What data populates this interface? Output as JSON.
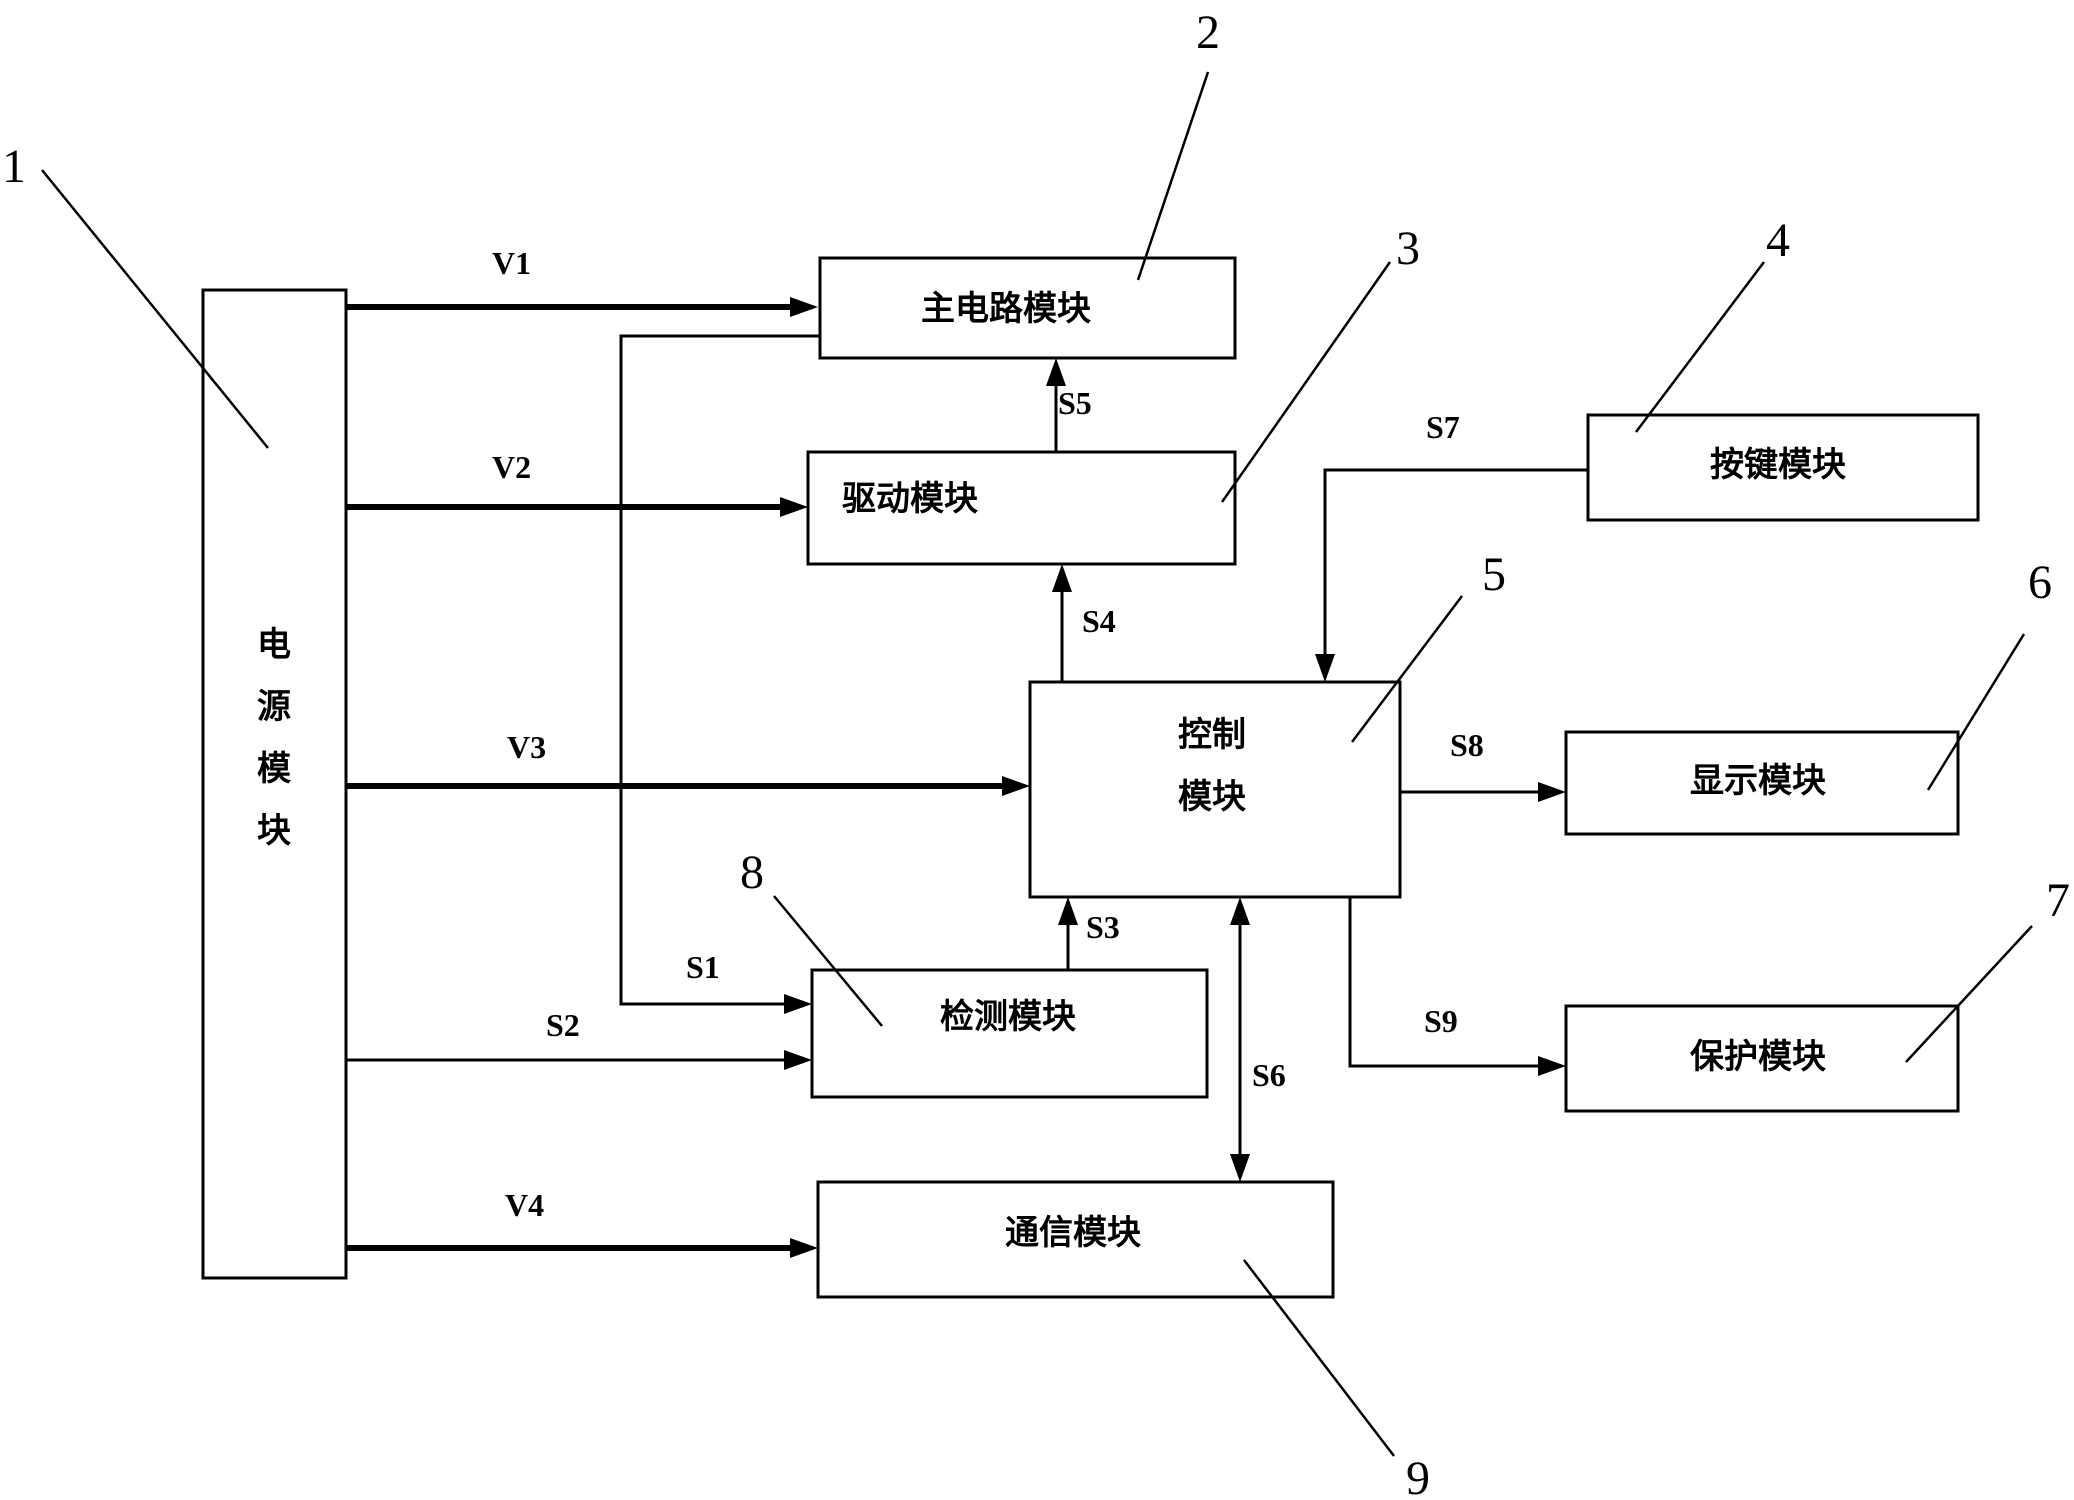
{
  "modules": {
    "power": [
      "电",
      "源",
      "模",
      "块"
    ],
    "main_circuit": "主电路模块",
    "drive": "驱动模块",
    "keypad": "按键模块",
    "control": [
      "控制",
      "模块"
    ],
    "display": "显示模块",
    "protection": "保护模块",
    "detection": "检测模块",
    "communication": "通信模块"
  },
  "signals": {
    "v1": "V1",
    "v2": "V2",
    "v3": "V3",
    "v4": "V4",
    "s1": "S1",
    "s2": "S2",
    "s3": "S3",
    "s4": "S4",
    "s5": "S5",
    "s6": "S6",
    "s7": "S7",
    "s8": "S8",
    "s9": "S9"
  },
  "reference_numbers": {
    "n1": "1",
    "n2": "2",
    "n3": "3",
    "n4": "4",
    "n5": "5",
    "n6": "6",
    "n7": "7",
    "n8": "8",
    "n9": "9"
  }
}
